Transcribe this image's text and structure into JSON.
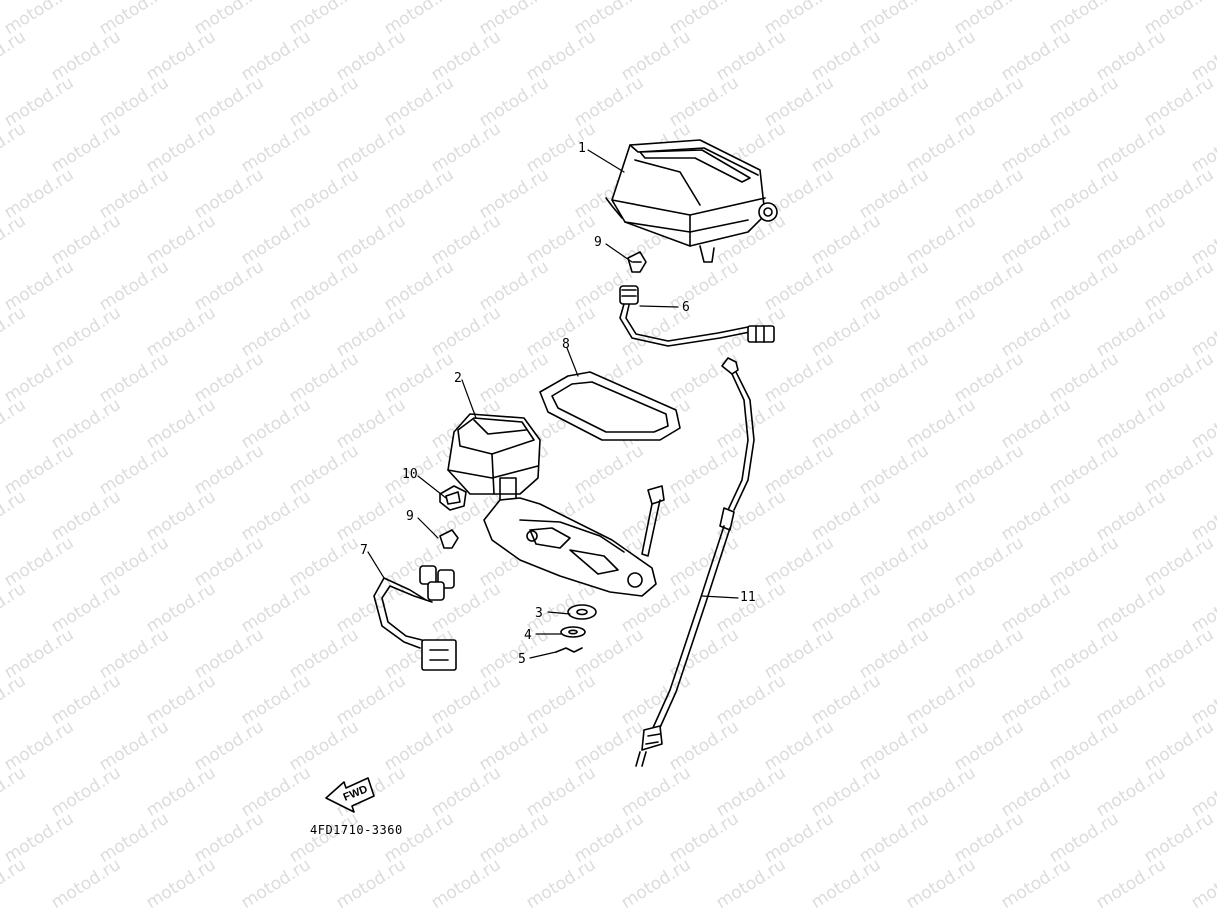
{
  "watermark": {
    "text": "motod.ru"
  },
  "diagram_code": "4FD1710-3360",
  "fwd_label": "FWD",
  "parts": [
    {
      "id": "part-1",
      "number": "1"
    },
    {
      "id": "part-2",
      "number": "2"
    },
    {
      "id": "part-3",
      "number": "3"
    },
    {
      "id": "part-4",
      "number": "4"
    },
    {
      "id": "part-5",
      "number": "5"
    },
    {
      "id": "part-6",
      "number": "6"
    },
    {
      "id": "part-7",
      "number": "7"
    },
    {
      "id": "part-8",
      "number": "8"
    },
    {
      "id": "part-9a",
      "number": "9"
    },
    {
      "id": "part-9b",
      "number": "9"
    },
    {
      "id": "part-10",
      "number": "10"
    },
    {
      "id": "part-11",
      "number": "11"
    }
  ]
}
